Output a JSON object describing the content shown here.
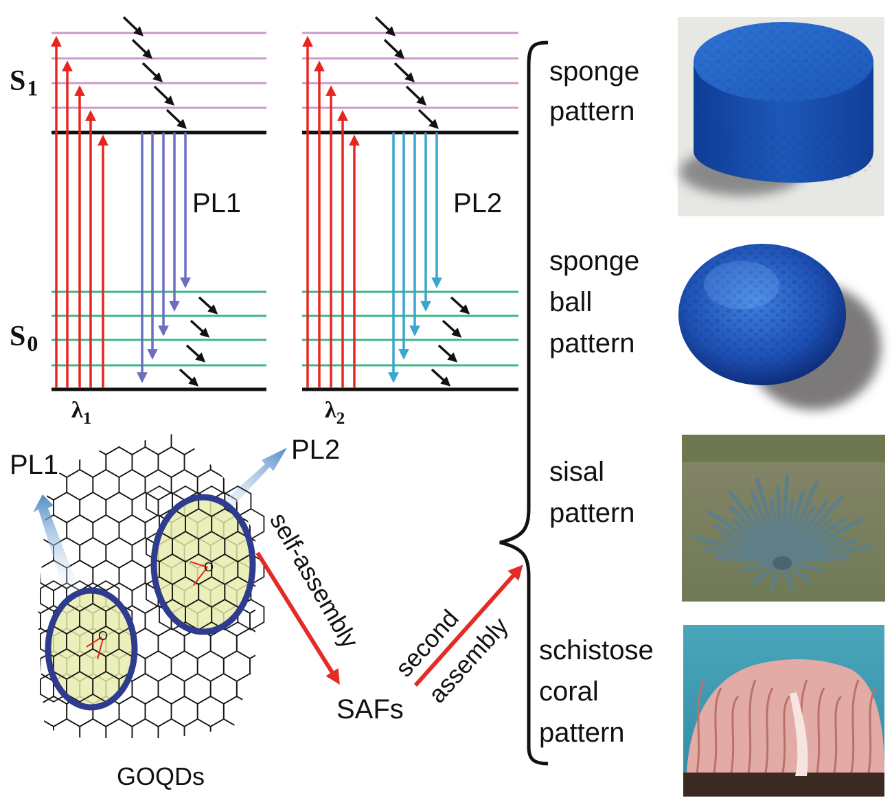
{
  "energy_diagram": {
    "s1_label": "S",
    "s1_sub": "1",
    "s0_label": "S",
    "s0_sub": "0",
    "panel_1": {
      "emission_label": "PL1",
      "excitation_label": "λ",
      "excitation_sub": "1"
    },
    "panel_2": {
      "emission_label": "PL2",
      "excitation_label": "λ",
      "excitation_sub": "2"
    }
  },
  "lattice": {
    "caption": "GOQDs",
    "emitter_1": {
      "label": "PL1",
      "atom_label": "O"
    },
    "emitter_2": {
      "label": "PL2",
      "atom_label": "O"
    }
  },
  "process": {
    "step_1": "self-assembly",
    "product": "SAFs",
    "step_2_line1": "second",
    "step_2_line2": "assembly"
  },
  "patterns": [
    {
      "lines": [
        "sponge",
        "pattern"
      ],
      "image": "blue-sponge-cylinder-photo"
    },
    {
      "lines": [
        "sponge",
        "ball",
        "pattern"
      ],
      "image": "blue-sponge-ball-photo"
    },
    {
      "lines": [
        "sisal",
        "pattern"
      ],
      "image": "sisal-plant-photo"
    },
    {
      "lines": [
        "schistose",
        "coral",
        "pattern"
      ],
      "image": "pink-coral-photo"
    }
  ],
  "colors": {
    "excitation": "#e8251f",
    "emission_1": "#6a6fc0",
    "emission_2": "#3aa6d0",
    "s1_levels": "#cc99cc",
    "s0_levels": "#3cb58a",
    "quantum_dot_fill": "#e6ebaa",
    "quantum_dot_ring": "#2e3b8e",
    "process_arrow": "#e42b25"
  }
}
